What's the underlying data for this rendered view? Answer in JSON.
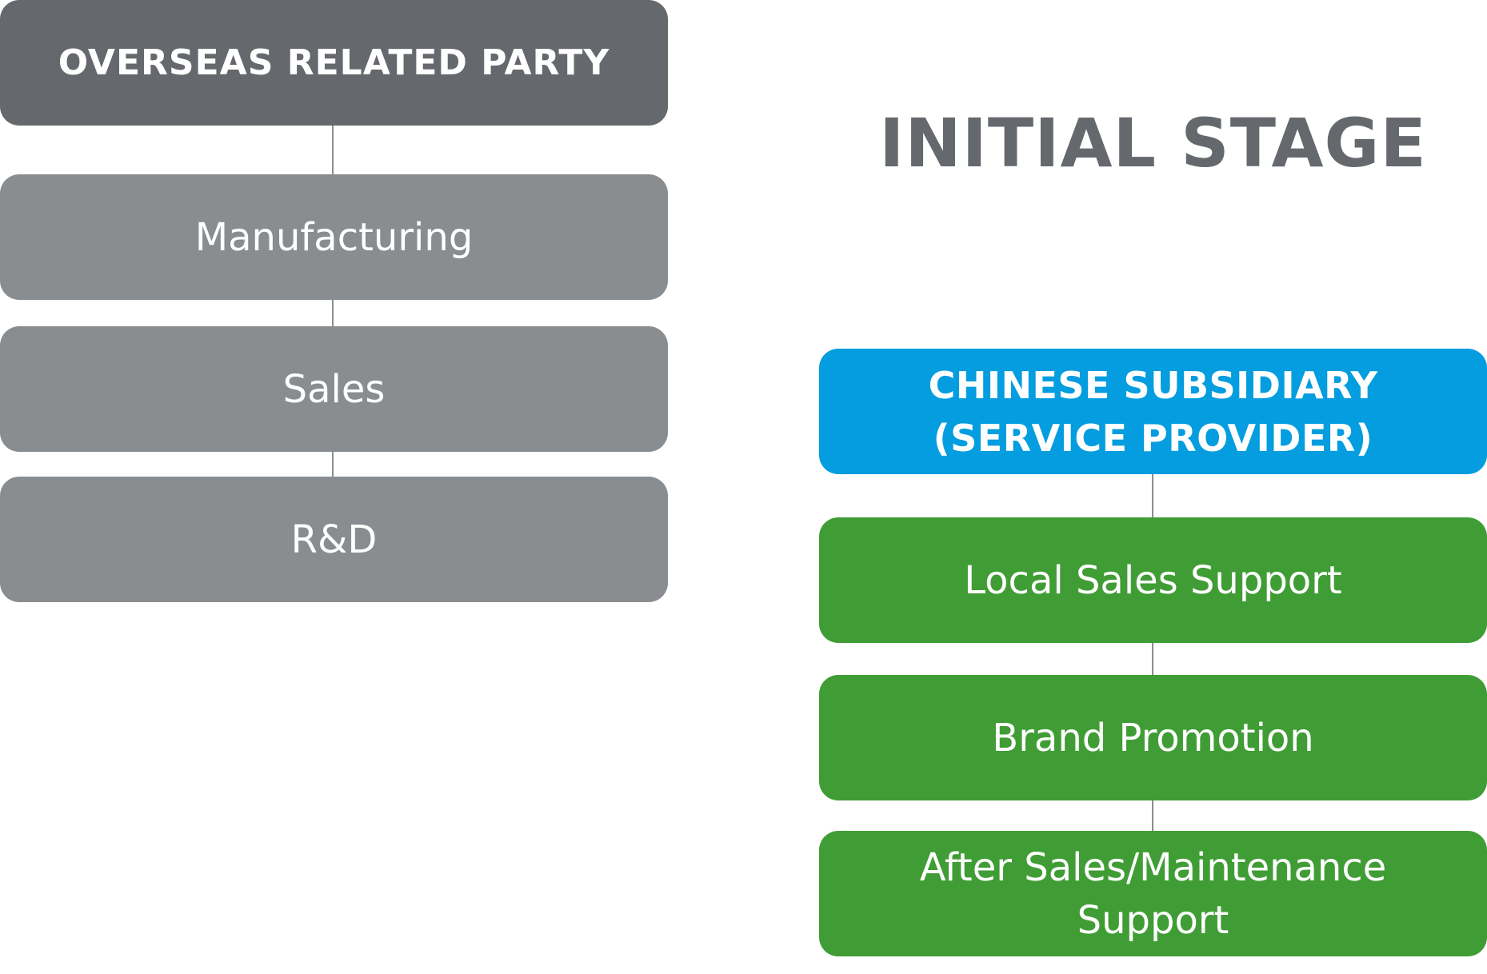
{
  "stage_title": "INITIAL STAGE",
  "overseas": {
    "title": "OVERSEAS RELATED PARTY",
    "functions": [
      "Manufacturing",
      "Sales",
      "R&D"
    ]
  },
  "subsidiary": {
    "title_line1": "CHINESE SUBSIDIARY",
    "title_line2": "(SERVICE PROVIDER)",
    "functions": [
      {
        "line1": "Local Sales Support"
      },
      {
        "line1": "Brand Promotion"
      },
      {
        "line1": "After Sales/Maintenance",
        "line2": "Support"
      }
    ]
  },
  "colors": {
    "header_dark": "#65686d",
    "function_grey": "#8a8d90",
    "subsidiary_blue": "#049ddf",
    "service_green": "#409d35"
  }
}
